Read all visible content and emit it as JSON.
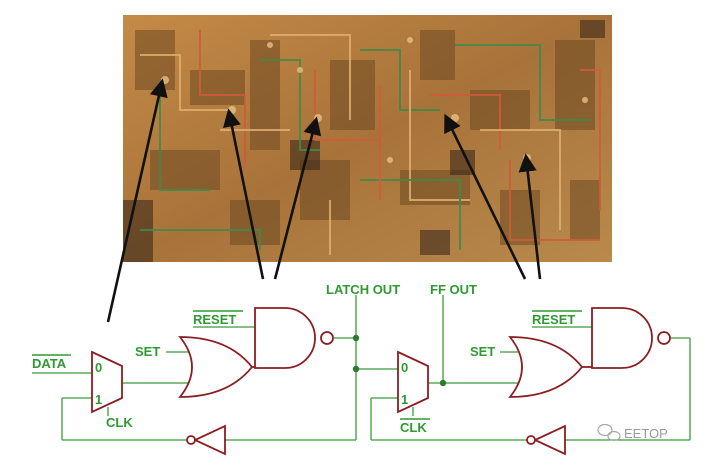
{
  "labels": {
    "latch_out": "LATCH OUT",
    "ff_out": "FF OUT",
    "reset_1": "RESET",
    "reset_2": "RESET",
    "set_1": "SET",
    "set_2": "SET",
    "data": "DATA",
    "clk_1": "CLK",
    "clk_2": "CLK",
    "mux1_in0": "0",
    "mux1_in1": "1",
    "mux2_in0": "0",
    "mux2_in1": "1"
  },
  "watermark": "EETOP",
  "colors": {
    "label_green": "#2e9a32",
    "gate_red": "#8a1f22",
    "wire_green": "#3b9a3a",
    "arrow": "#111111",
    "die_base": "#b07a3c"
  }
}
